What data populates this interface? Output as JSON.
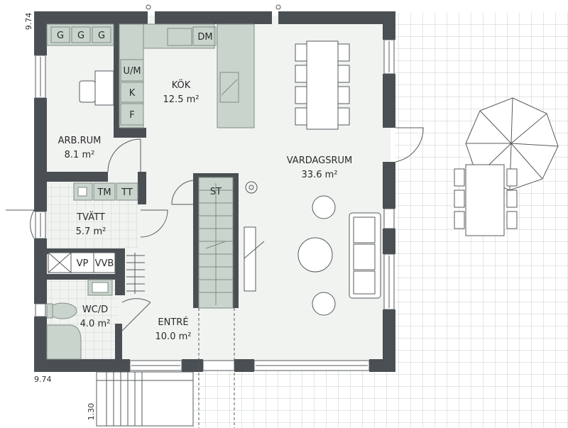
{
  "colors": {
    "wall": "#4a4f53",
    "floor": "#f1f3f1",
    "fixture": "#c9d5cc",
    "fixture_stroke": "#7f8c84",
    "tile_line": "#c5d0c9",
    "line": "#555a5d"
  },
  "rooms": {
    "kok": {
      "name": "KÖK",
      "area": "12.5 m²"
    },
    "arbrum": {
      "name": "ARB.RUM",
      "area": "8.1 m²"
    },
    "vardagsrum": {
      "name": "VARDAGSRUM",
      "area": "33.6 m²"
    },
    "tvatt": {
      "name": "TVÄTT",
      "area": "5.7 m²"
    },
    "wcd": {
      "name": "WC/D",
      "area": "4.0 m²"
    },
    "entre": {
      "name": "ENTRÉ",
      "area": "10.0 m²"
    }
  },
  "fixtures": {
    "g1": "G",
    "g2": "G",
    "g3": "G",
    "dm": "DM",
    "um": "U/M",
    "k": "K",
    "f": "F",
    "tm": "TM",
    "tt": "TT",
    "st": "ST",
    "vp": "VP",
    "vvb": "VVB"
  },
  "dimensions": {
    "top_left": "9.74",
    "bottom_left": "9.74",
    "steps": "1.30"
  }
}
